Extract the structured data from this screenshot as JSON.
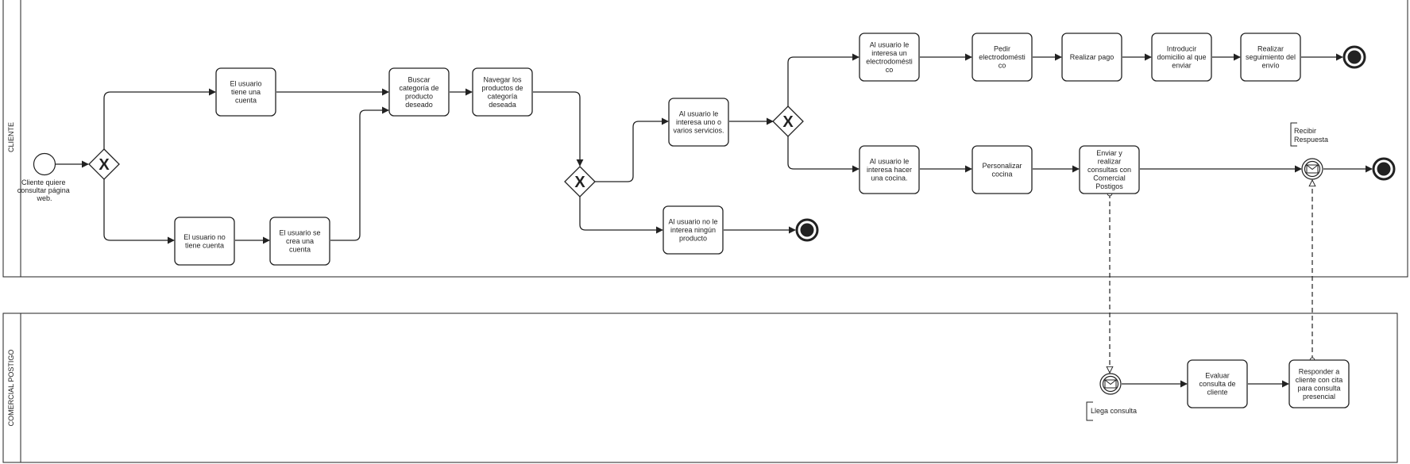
{
  "pools": [
    {
      "id": "cliente",
      "label": "CLIENTE"
    },
    {
      "id": "comercial",
      "label": "COMERCIAL POSTIGO"
    }
  ],
  "events": [
    {
      "id": "start",
      "type": "start",
      "label": "Cliente quiere consultar página web."
    },
    {
      "id": "end_ninguno",
      "type": "end",
      "label": ""
    },
    {
      "id": "end_electro",
      "type": "end",
      "label": ""
    },
    {
      "id": "end_cocina",
      "type": "end",
      "label": ""
    },
    {
      "id": "msg_recibir",
      "type": "message-catch",
      "label": ""
    },
    {
      "id": "msg_llega",
      "type": "message-start",
      "label": ""
    }
  ],
  "gateways": [
    {
      "id": "gw1",
      "type": "exclusive",
      "marker": "X"
    },
    {
      "id": "gw2",
      "type": "exclusive",
      "marker": "X"
    },
    {
      "id": "gw3",
      "type": "exclusive",
      "marker": "X"
    }
  ],
  "tasks": [
    {
      "id": "t_cuenta",
      "lines": [
        "El usuario",
        "tiene una",
        "cuenta"
      ]
    },
    {
      "id": "t_nocuenta",
      "lines": [
        "El usuario no",
        "tiene cuenta"
      ]
    },
    {
      "id": "t_crea",
      "lines": [
        "El usuario se",
        "crea una",
        "cuenta"
      ]
    },
    {
      "id": "t_buscar",
      "lines": [
        "Buscar",
        "categoría de",
        "producto",
        "deseado"
      ]
    },
    {
      "id": "t_navegar",
      "lines": [
        "Navegar los",
        "productos de",
        "categoría",
        "deseada"
      ]
    },
    {
      "id": "t_servicios",
      "lines": [
        "Al usuario le",
        "interesa uno o",
        "varios servicios."
      ]
    },
    {
      "id": "t_ninguno",
      "lines": [
        "Al usuario no le",
        "interea ningún",
        "producto"
      ]
    },
    {
      "id": "t_electro",
      "lines": [
        "Al usuario le",
        "interesa un",
        "electrodomésti",
        "co"
      ]
    },
    {
      "id": "t_pedir",
      "lines": [
        "Pedir",
        "electrodomésti",
        "co"
      ]
    },
    {
      "id": "t_pago",
      "lines": [
        "Realizar pago"
      ]
    },
    {
      "id": "t_domicilio",
      "lines": [
        "Introducir",
        "domicilio al que",
        "enviar"
      ]
    },
    {
      "id": "t_seguimiento",
      "lines": [
        "Realizar",
        "seguimiento del",
        "envío"
      ]
    },
    {
      "id": "t_cocina",
      "lines": [
        "Al usuario le",
        "interesa hacer",
        "una cocina."
      ]
    },
    {
      "id": "t_personalizar",
      "lines": [
        "Personalizar",
        "cocina"
      ]
    },
    {
      "id": "t_enviar",
      "lines": [
        "Enviar y",
        "realizar",
        "consultas con",
        "Comercial",
        "Postigos"
      ]
    },
    {
      "id": "t_evaluar",
      "lines": [
        "Evaluar",
        "consulta de",
        "cliente"
      ]
    },
    {
      "id": "t_responder",
      "lines": [
        "Responder a",
        "cliente con cita",
        "para consulta",
        "presencial"
      ]
    }
  ],
  "annotations": [
    {
      "id": "ann_recibir",
      "lines": [
        "Recibir",
        "Respuesta"
      ]
    },
    {
      "id": "ann_llega",
      "lines": [
        "Llega consulta"
      ]
    }
  ],
  "sequence_flows": [
    {
      "from": "start",
      "to": "gw1"
    },
    {
      "from": "gw1",
      "to": "t_cuenta"
    },
    {
      "from": "gw1",
      "to": "t_nocuenta"
    },
    {
      "from": "t_nocuenta",
      "to": "t_crea"
    },
    {
      "from": "t_crea",
      "to": "t_buscar"
    },
    {
      "from": "t_cuenta",
      "to": "t_buscar"
    },
    {
      "from": "t_buscar",
      "to": "t_navegar"
    },
    {
      "from": "t_navegar",
      "to": "gw2"
    },
    {
      "from": "gw2",
      "to": "t_servicios"
    },
    {
      "from": "gw2",
      "to": "t_ninguno"
    },
    {
      "from": "t_ninguno",
      "to": "end_ninguno"
    },
    {
      "from": "t_servicios",
      "to": "gw3"
    },
    {
      "from": "gw3",
      "to": "t_electro"
    },
    {
      "from": "gw3",
      "to": "t_cocina"
    },
    {
      "from": "t_electro",
      "to": "t_pedir"
    },
    {
      "from": "t_pedir",
      "to": "t_pago"
    },
    {
      "from": "t_pago",
      "to": "t_domicilio"
    },
    {
      "from": "t_domicilio",
      "to": "t_seguimiento"
    },
    {
      "from": "t_seguimiento",
      "to": "end_electro"
    },
    {
      "from": "t_cocina",
      "to": "t_personalizar"
    },
    {
      "from": "t_personalizar",
      "to": "t_enviar"
    },
    {
      "from": "t_enviar",
      "to": "msg_recibir"
    },
    {
      "from": "msg_recibir",
      "to": "end_cocina"
    },
    {
      "from": "msg_llega",
      "to": "t_evaluar"
    },
    {
      "from": "t_evaluar",
      "to": "t_responder"
    }
  ],
  "message_flows": [
    {
      "from": "t_enviar",
      "to": "msg_llega"
    },
    {
      "from": "t_responder",
      "to": "msg_recibir"
    }
  ],
  "colors": {
    "stroke": "#222222",
    "fill": "#ffffff",
    "text": "#222222"
  }
}
